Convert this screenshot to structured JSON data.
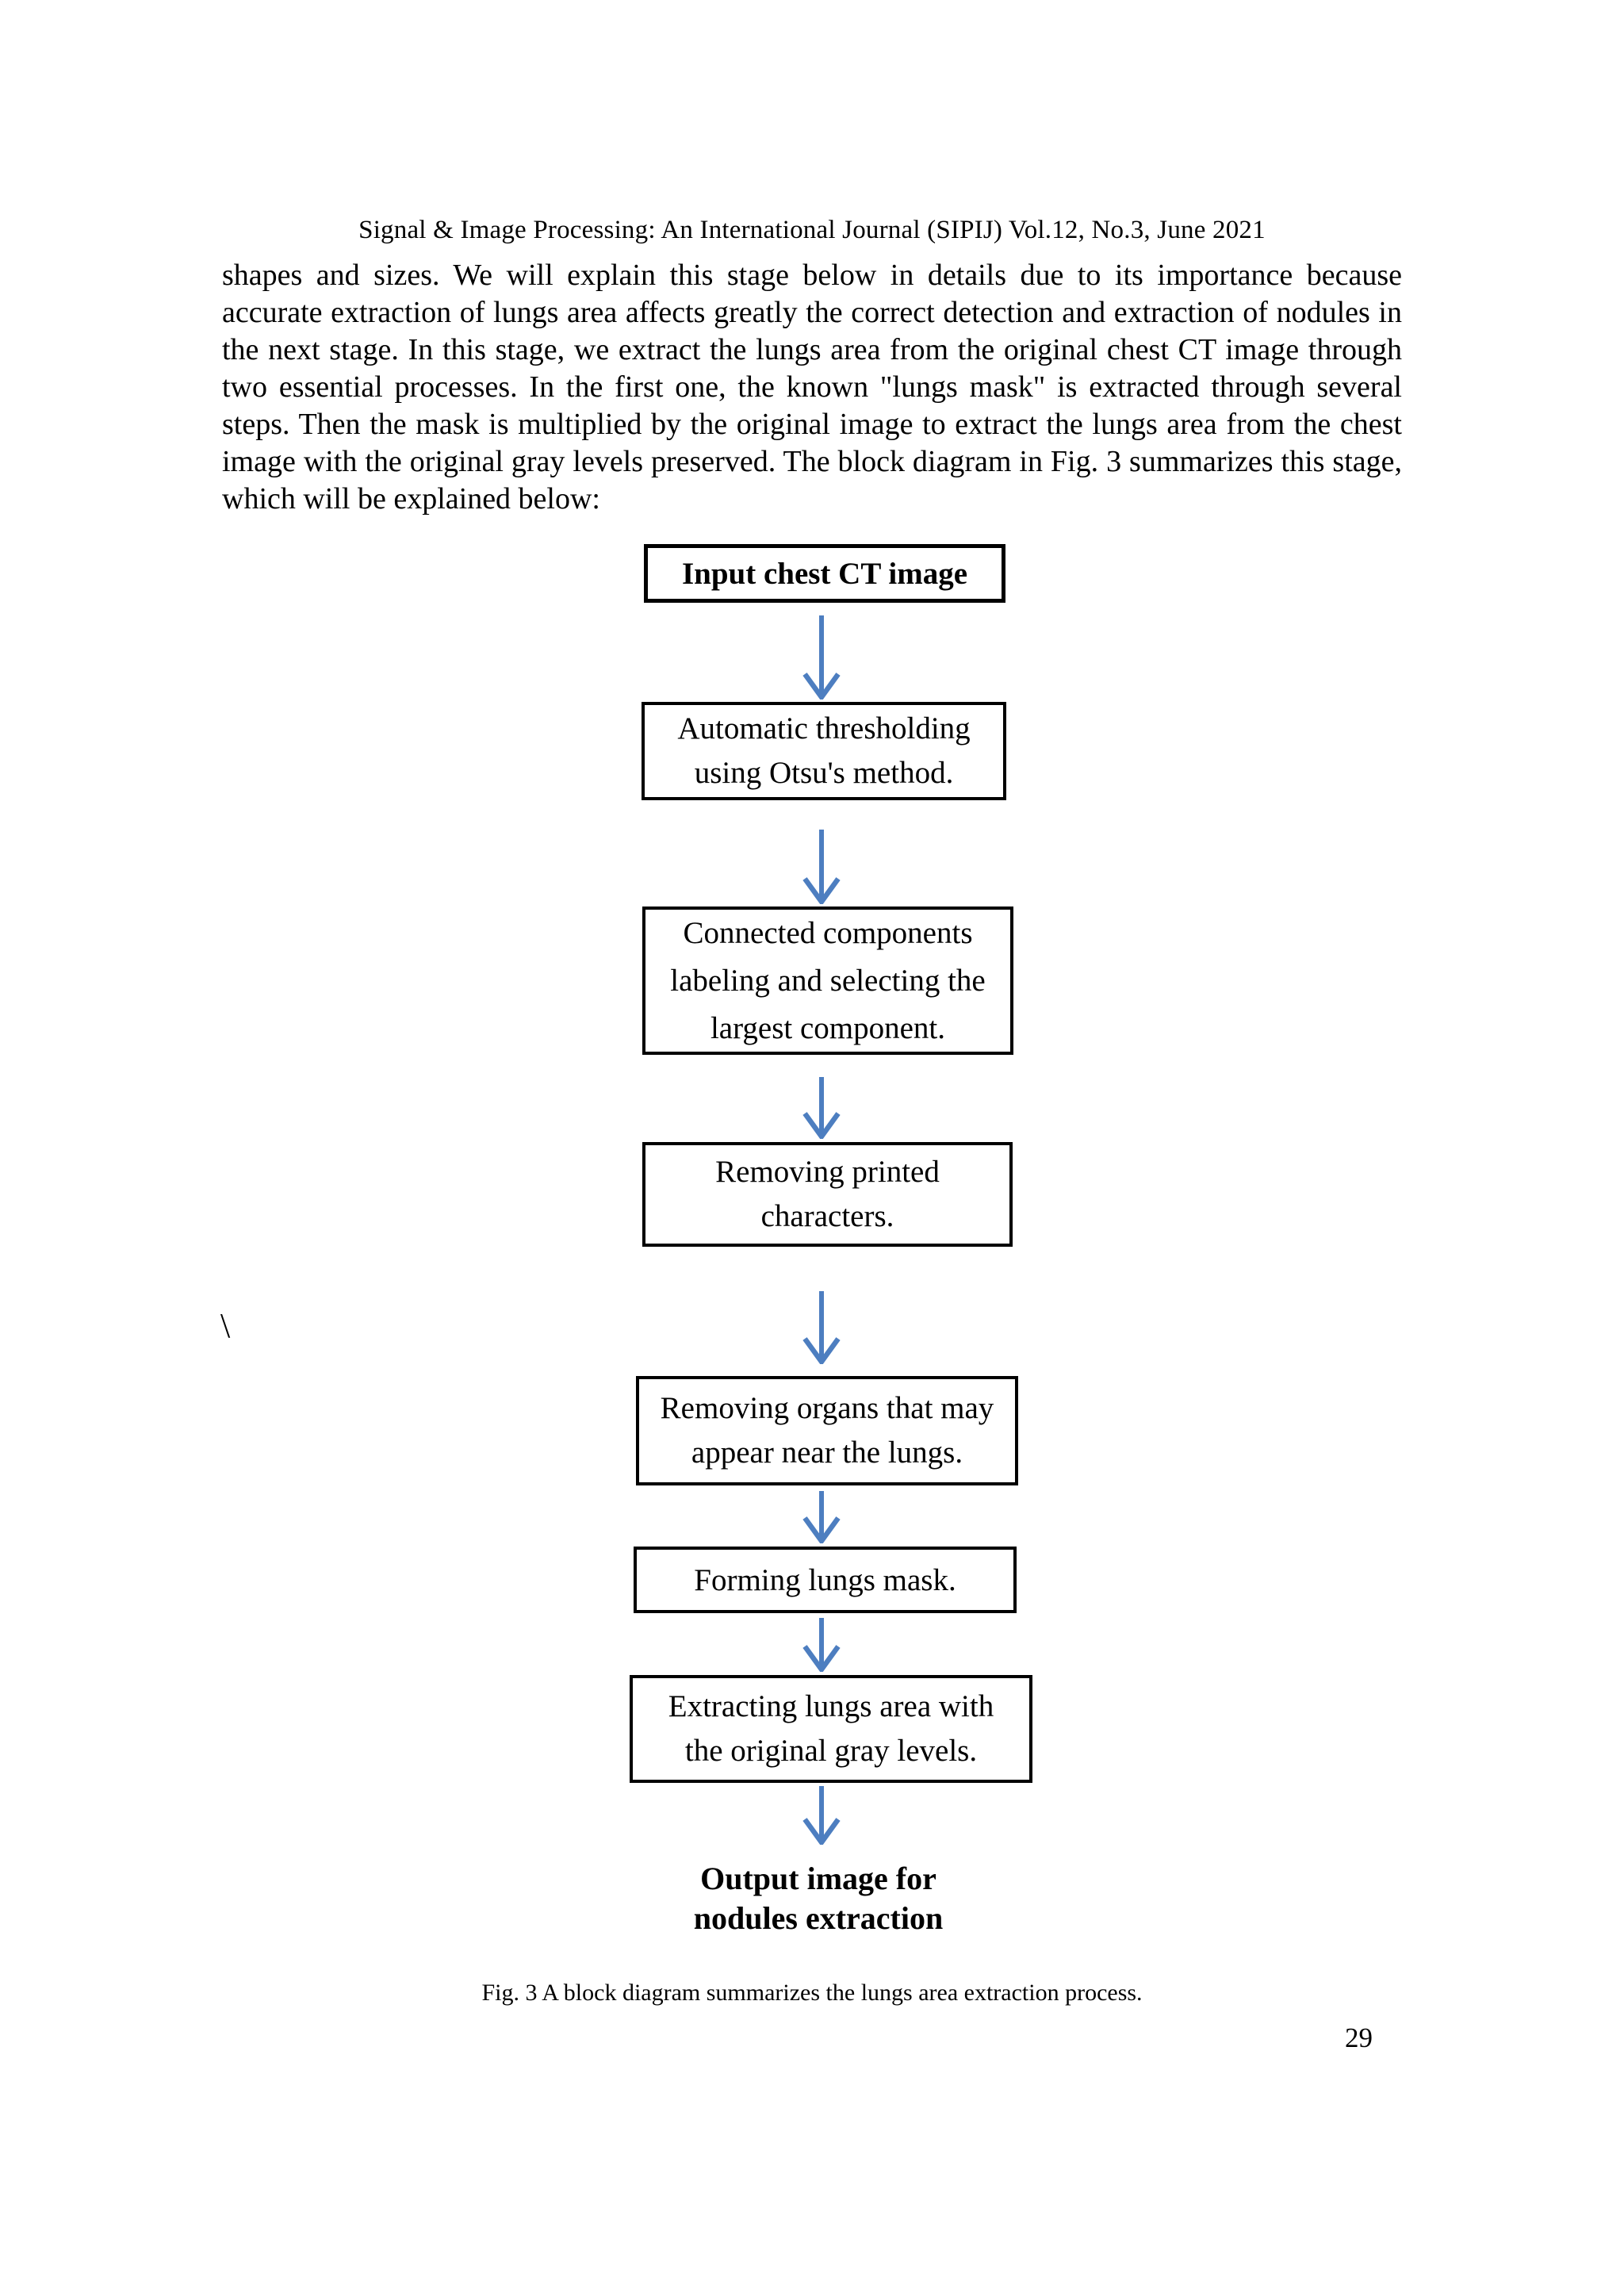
{
  "page": {
    "header": "Signal & Image Processing: An International Journal (SIPIJ) Vol.12, No.3, June 2021",
    "paragraph": "shapes and sizes. We will explain this stage below in details due to its importance because accurate extraction of lungs area affects greatly the correct detection and extraction of nodules in the next stage. In this stage, we extract the lungs area from the original chest CT image through two essential processes. In the first one, the known \"lungs mask\" is extracted through several steps. Then the mask is multiplied by the original image to extract the lungs area from the chest image with the original gray levels preserved. The block diagram in Fig. 3 summarizes this stage, which will be explained below:",
    "stray_mark": "\\",
    "figure_caption": "Fig. 3 A block diagram summarizes the lungs area extraction process.",
    "page_number": "29"
  },
  "flowchart": {
    "arrow_color": "#4d7ec0",
    "nodes": [
      {
        "label": "Input chest CT image",
        "bold": true,
        "lines": [
          "Input chest CT image"
        ]
      },
      {
        "label": "Automatic thresholding using Otsu's method.",
        "lines": [
          "Automatic thresholding",
          "using Otsu's method."
        ]
      },
      {
        "label": "Connected components labeling and selecting the largest component.",
        "lines": [
          "Connected components",
          "labeling and selecting the",
          "largest component."
        ]
      },
      {
        "label": "Removing printed characters.",
        "lines": [
          "Removing printed",
          "characters."
        ]
      },
      {
        "label": "Removing organs that may appear near the lungs.",
        "lines": [
          "Removing organs that may",
          "appear near the lungs."
        ]
      },
      {
        "label": "Forming lungs mask.",
        "lines": [
          "Forming lungs mask."
        ]
      },
      {
        "label": "Extracting lungs area with the original gray levels.",
        "lines": [
          "Extracting lungs area with",
          "the original gray levels."
        ]
      }
    ],
    "terminal": {
      "label": "Output image for nodules extraction",
      "lines": [
        "Output image for",
        "nodules extraction"
      ]
    }
  }
}
